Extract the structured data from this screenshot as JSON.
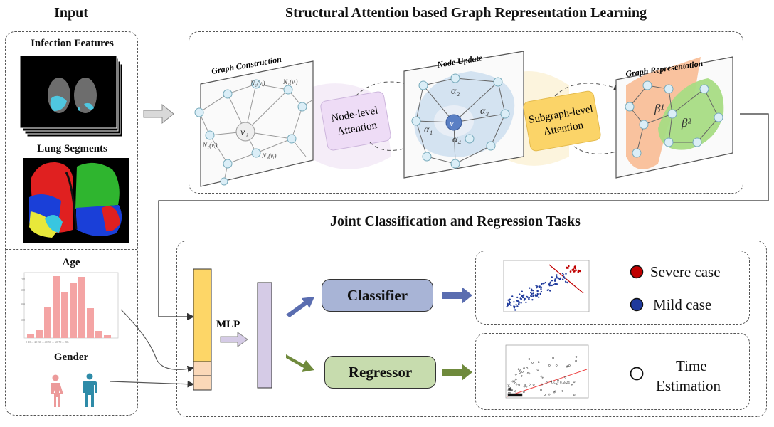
{
  "titles": {
    "input": "Input",
    "structural": "Structural Attention based Graph Representation Learning",
    "joint": "Joint Classification and Regression Tasks"
  },
  "input": {
    "infection": "Infection Features",
    "lung": "Lung Segments",
    "age": "Age",
    "gender": "Gender"
  },
  "graph": {
    "construction": "Graph Construction",
    "node_update": "Node Update",
    "representation": "Graph Representation",
    "node_attention": [
      "Node-level",
      "Attention"
    ],
    "subgraph_attention": [
      "Subgraph-level",
      "Attention"
    ]
  },
  "tasks": {
    "mlp": "MLP",
    "classifier": "Classifier",
    "regressor": "Regressor",
    "severe": "Severe case",
    "mild": "Mild case",
    "time": [
      "Time",
      "Estimation"
    ],
    "cc": "CC = 0.5824"
  },
  "colors": {
    "classifier_fill": "#a8b4d6",
    "regressor_fill": "#c7dcae",
    "blue_arrow": "#5a6db0",
    "green_arrow": "#6f8a3c",
    "severe": "#c00000",
    "mild": "#1f3a9c",
    "age_bars": "#f4a4a4",
    "feature_yellow": "#fdd667",
    "feature_peach": "#fbd8b8",
    "mlp_purple": "#d5cbe6"
  }
}
